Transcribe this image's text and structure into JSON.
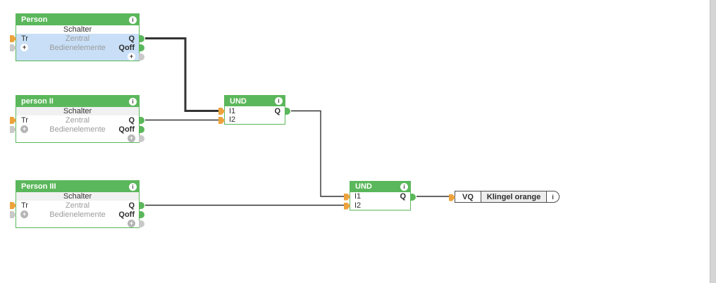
{
  "glyphs": {
    "info": "i",
    "plus": "+"
  },
  "colors": {
    "block_green": "#5bb75b",
    "selected_fill": "#c8dff7",
    "input_connector_orange": "#eda33d",
    "connector_gray": "#c9c9c9",
    "wire": "#333333",
    "muted_text": "#9c9c9c",
    "subtitle_row_gray": "#f1f1f1"
  },
  "blocks": {
    "person1": {
      "title": "Person",
      "subtitle": "Schalter",
      "input1": "Tr",
      "param1": "Zentral",
      "param2": "Bedienelemente",
      "output1": "Q",
      "output2": "Qoff",
      "selected": true
    },
    "person2": {
      "title": "person II",
      "subtitle": "Schalter",
      "input1": "Tr",
      "param1": "Zentral",
      "param2": "Bedienelemente",
      "output1": "Q",
      "output2": "Qoff",
      "selected": false
    },
    "person3": {
      "title": "Person III",
      "subtitle": "Schalter",
      "input1": "Tr",
      "param1": "Zentral",
      "param2": "Bedienelemente",
      "output1": "Q",
      "output2": "Qoff",
      "selected": false
    },
    "and1": {
      "title": "UND",
      "input1": "I1",
      "input2": "I2",
      "output1": "Q"
    },
    "and2": {
      "title": "UND",
      "input1": "I1",
      "input2": "I2",
      "output1": "Q"
    }
  },
  "output_block": {
    "port": "VQ",
    "label": "Klingel orange"
  },
  "connections": [
    {
      "from": "Person.Q",
      "to": "UND#1.I1",
      "style": "thick-selected"
    },
    {
      "from": "person II.Q",
      "to": "UND#1.I2",
      "style": "normal"
    },
    {
      "from": "UND#1.Q",
      "to": "UND#2.I1",
      "style": "normal"
    },
    {
      "from": "Person III.Q",
      "to": "UND#2.I2",
      "style": "normal"
    },
    {
      "from": "UND#2.Q",
      "to": "VQ Klingel orange",
      "style": "normal"
    }
  ]
}
